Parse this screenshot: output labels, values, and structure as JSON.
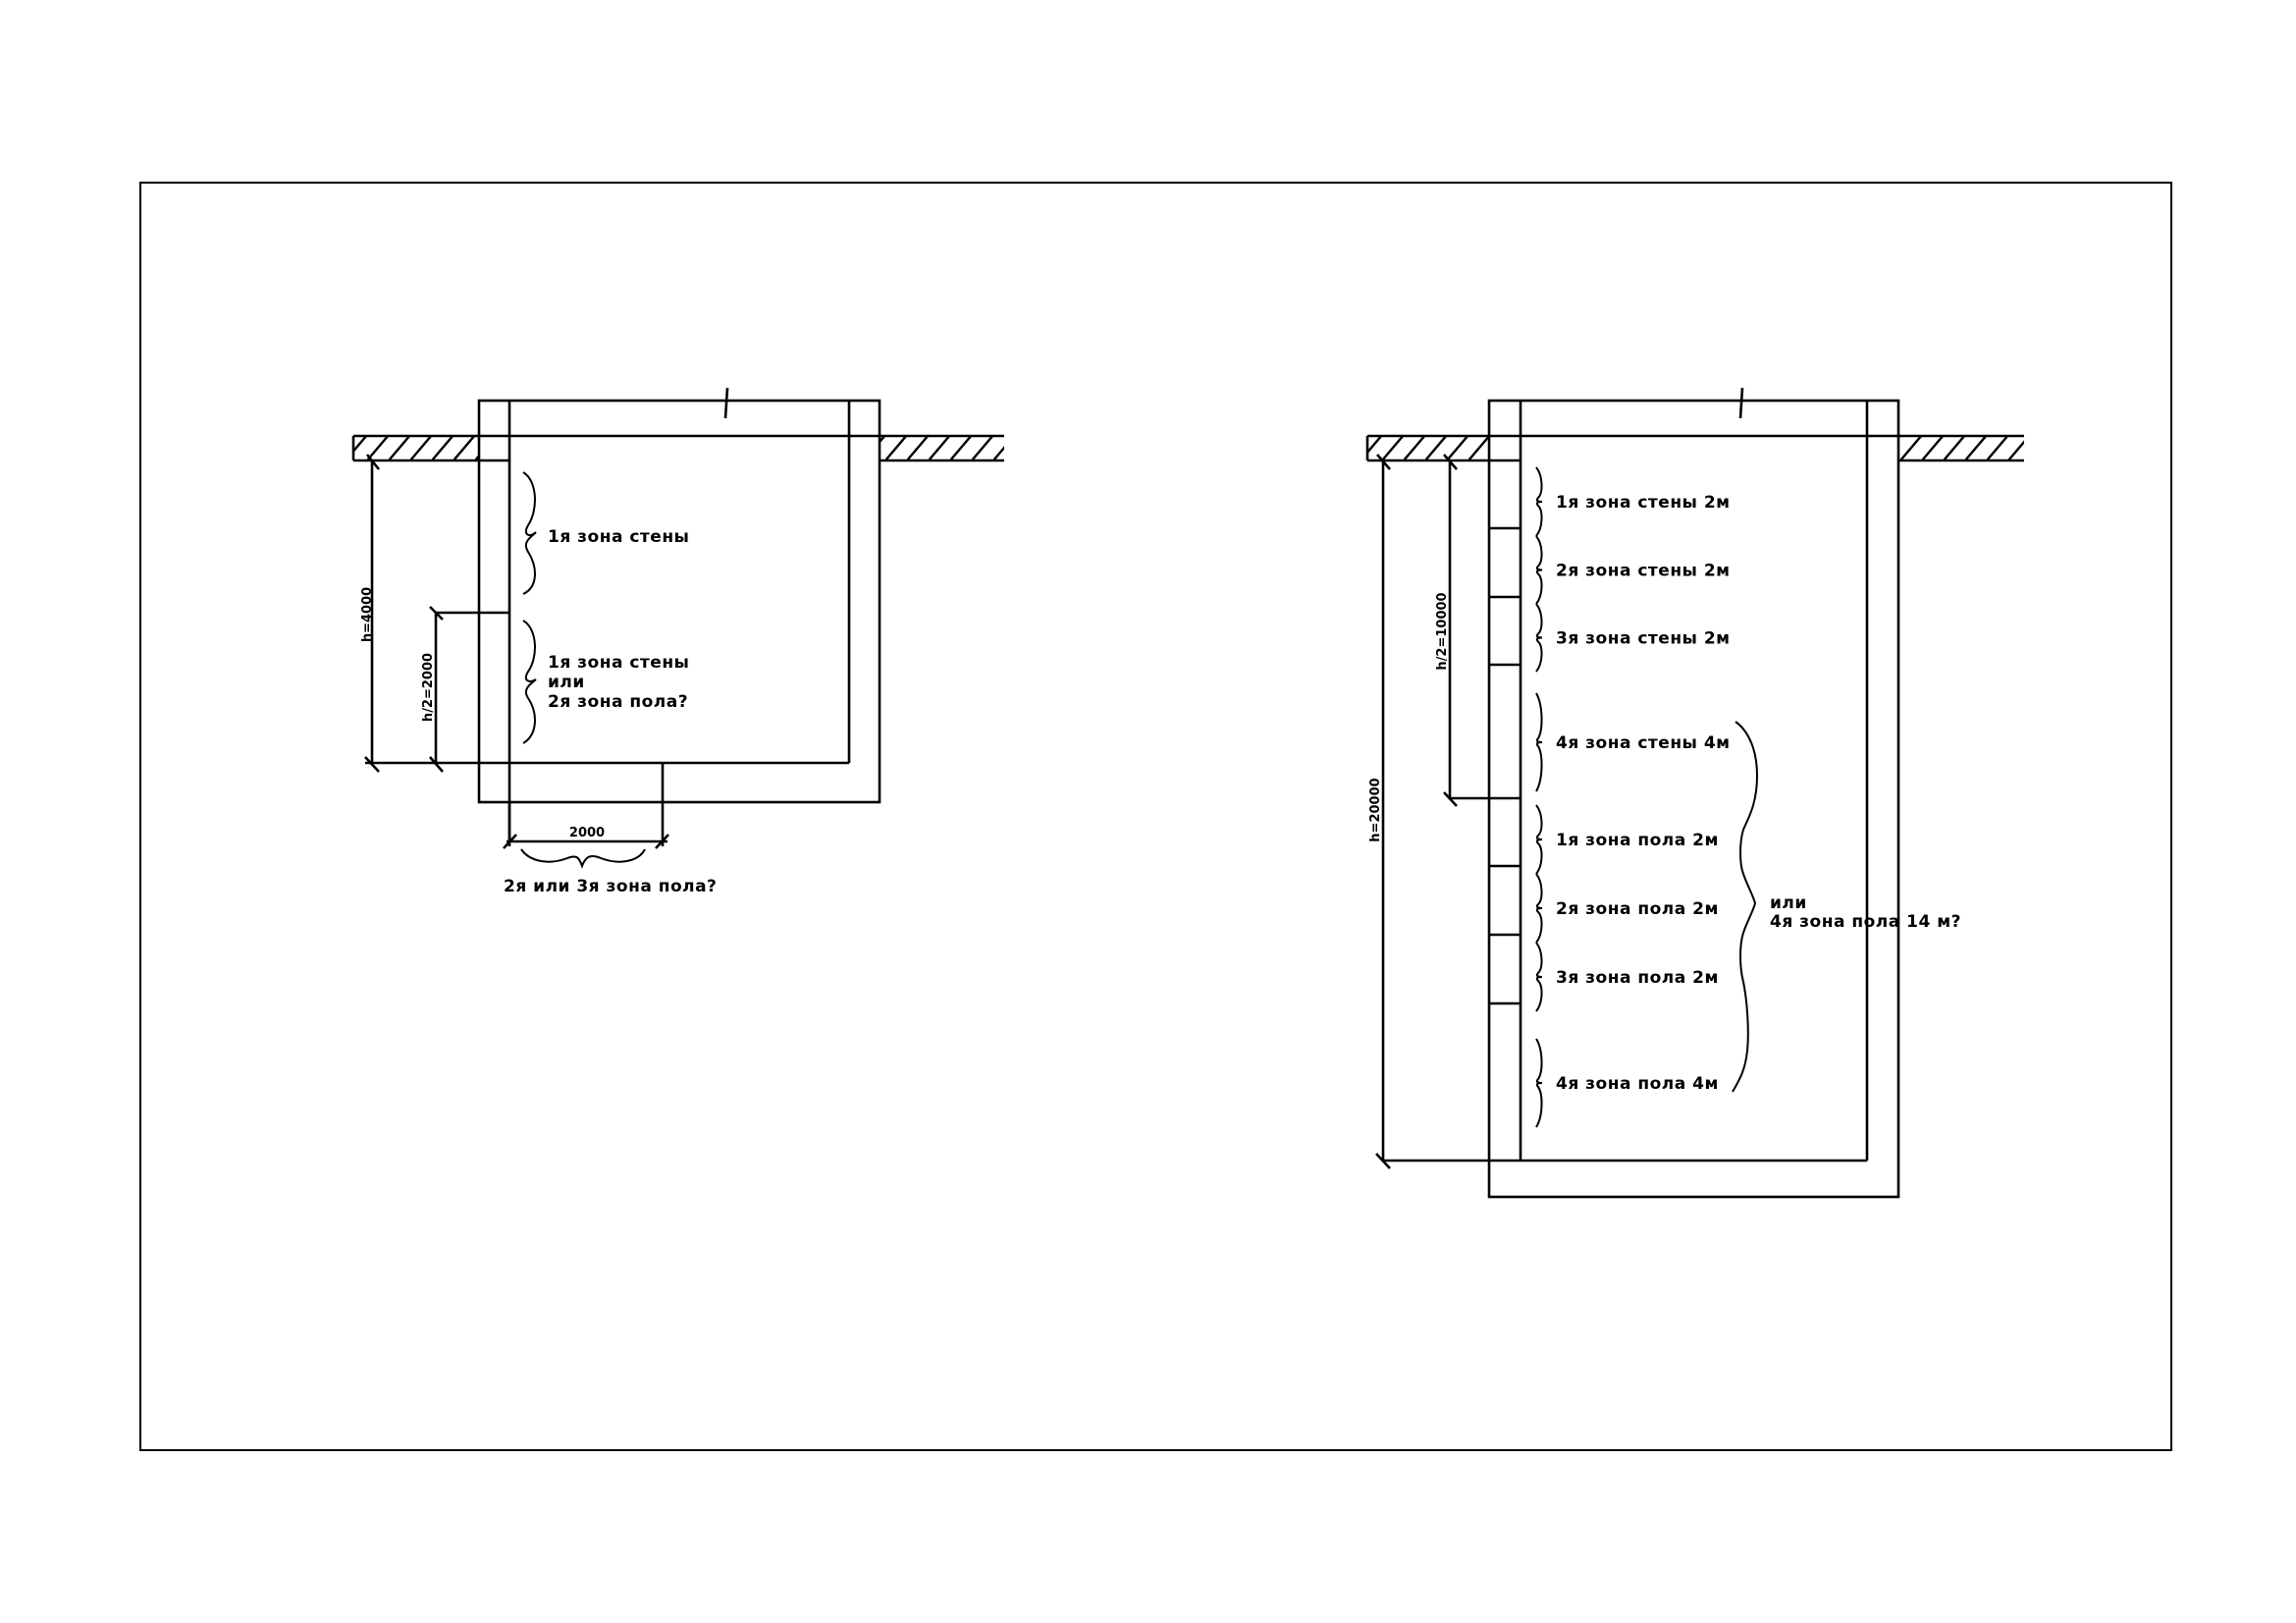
{
  "drawing": {
    "type": "cad-section-sketch",
    "colors": {
      "line": "#000000",
      "background": "#ffffff"
    },
    "left_section": {
      "dimensions": {
        "height_label": "h=4000",
        "half_height_label": "h/2=2000",
        "floor_strip_label": "2000"
      },
      "zones": [
        {
          "label_lines": [
            "1я зона стены"
          ]
        },
        {
          "label_lines": [
            "1я зона стены",
            "или",
            "2я зона пола?"
          ]
        }
      ],
      "floor_question": "2я или 3я зона пола?"
    },
    "right_section": {
      "dimensions": {
        "height_label": "h=20000",
        "half_height_label": "h/2=10000"
      },
      "zones": [
        {
          "label": "1я зона стены 2м"
        },
        {
          "label": "2я зона стены 2м"
        },
        {
          "label": "3я зона стены 2м"
        },
        {
          "label": "4я зона стены 4м"
        },
        {
          "label": "1я зона пола 2м"
        },
        {
          "label": "2я зона пола 2м"
        },
        {
          "label": "3я зона пола 2м"
        },
        {
          "label": "4я зона пола 4м"
        }
      ],
      "alternative": {
        "label_lines": [
          "или",
          "4я зона пола 14 м?"
        ]
      }
    }
  }
}
